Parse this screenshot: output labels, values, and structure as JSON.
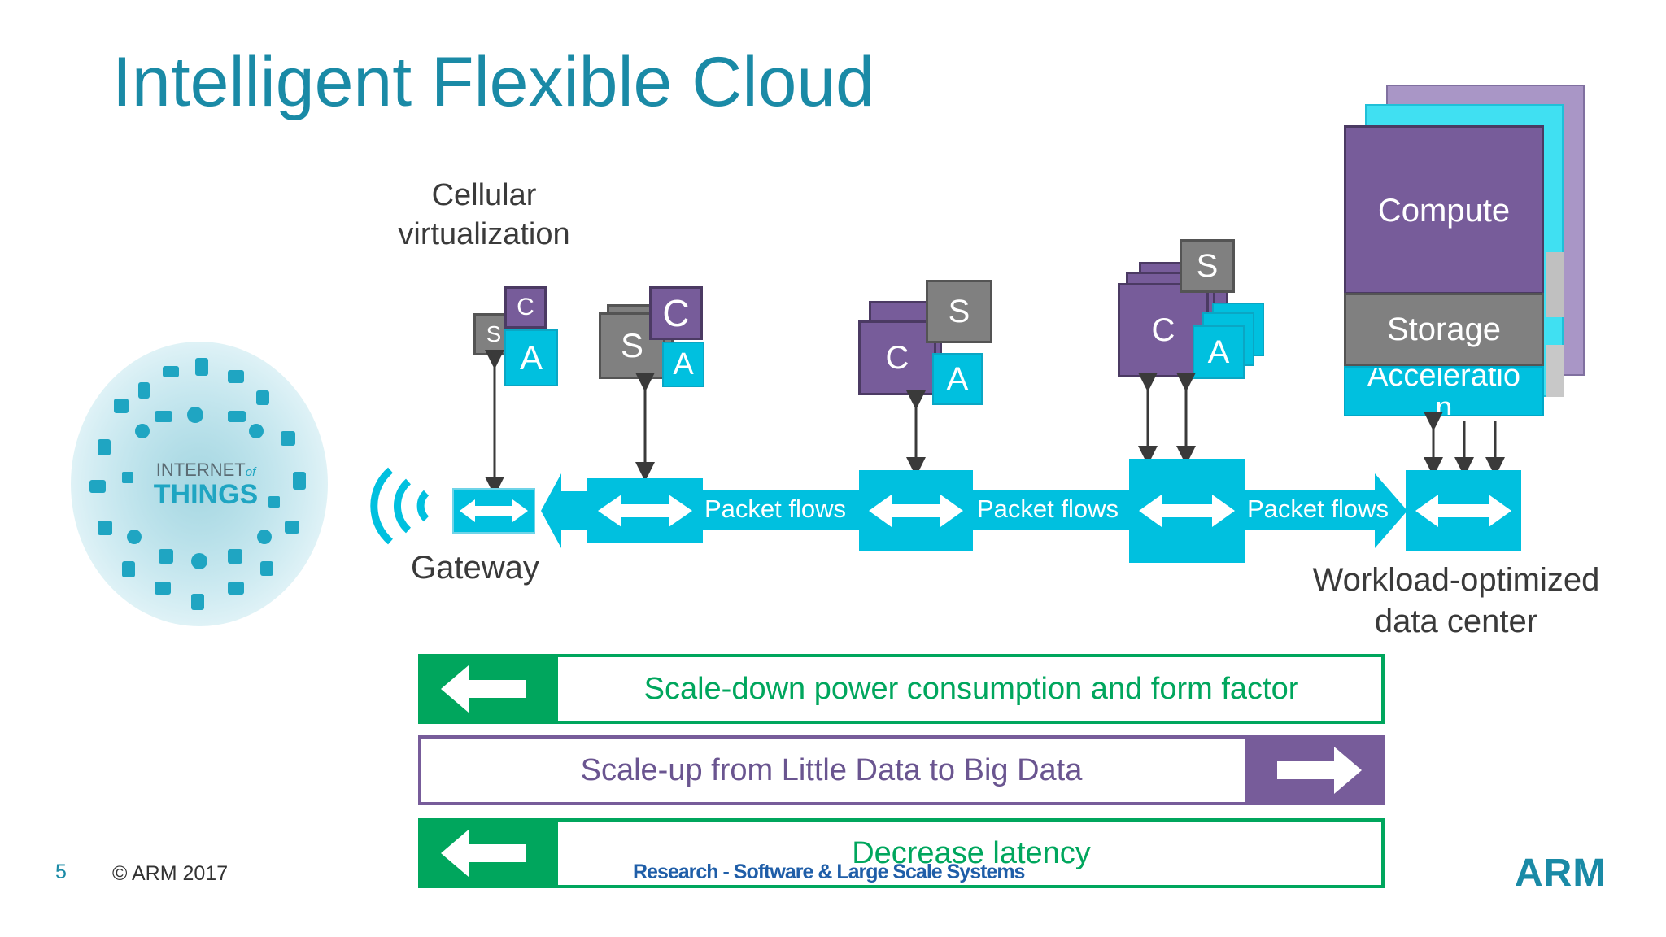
{
  "slide": {
    "title": "Intelligent Flexible Cloud",
    "page_number": "5",
    "copyright": "© ARM 2017",
    "footer_center": "Research - Software & Large Scale Systems",
    "logo_text": "ARM"
  },
  "iot": {
    "line1": "INTERNET",
    "of": "of",
    "line2": "THINGS"
  },
  "labels": {
    "cellular": "Cellular virtualization",
    "gateway": "Gateway",
    "datacenter": "Workload-optimized data center"
  },
  "nodes": {
    "compute": "Compute",
    "storage": "Storage",
    "acceleration_line1": "Acceleratio",
    "acceleration_line2": "n",
    "c": "C",
    "s": "S",
    "a": "A"
  },
  "flows": {
    "packet_flows": "Packet flows"
  },
  "bars": {
    "scale_down": "Scale-down power consumption and form factor",
    "scale_up": "Scale-up from Little Data to Big Data",
    "latency": "Decrease latency"
  },
  "colors": {
    "title": "#1a8aa6",
    "cyan": "#00c0df",
    "purple": "#775c9a",
    "gray": "#808080",
    "green": "#00a65d",
    "footer_blue": "#1f5ea8"
  },
  "icons": {
    "wifi": "wifi-signal-icon",
    "double_arrow": "double-arrow-icon",
    "left_arrow": "left-arrow-icon",
    "right_arrow": "right-arrow-icon"
  }
}
